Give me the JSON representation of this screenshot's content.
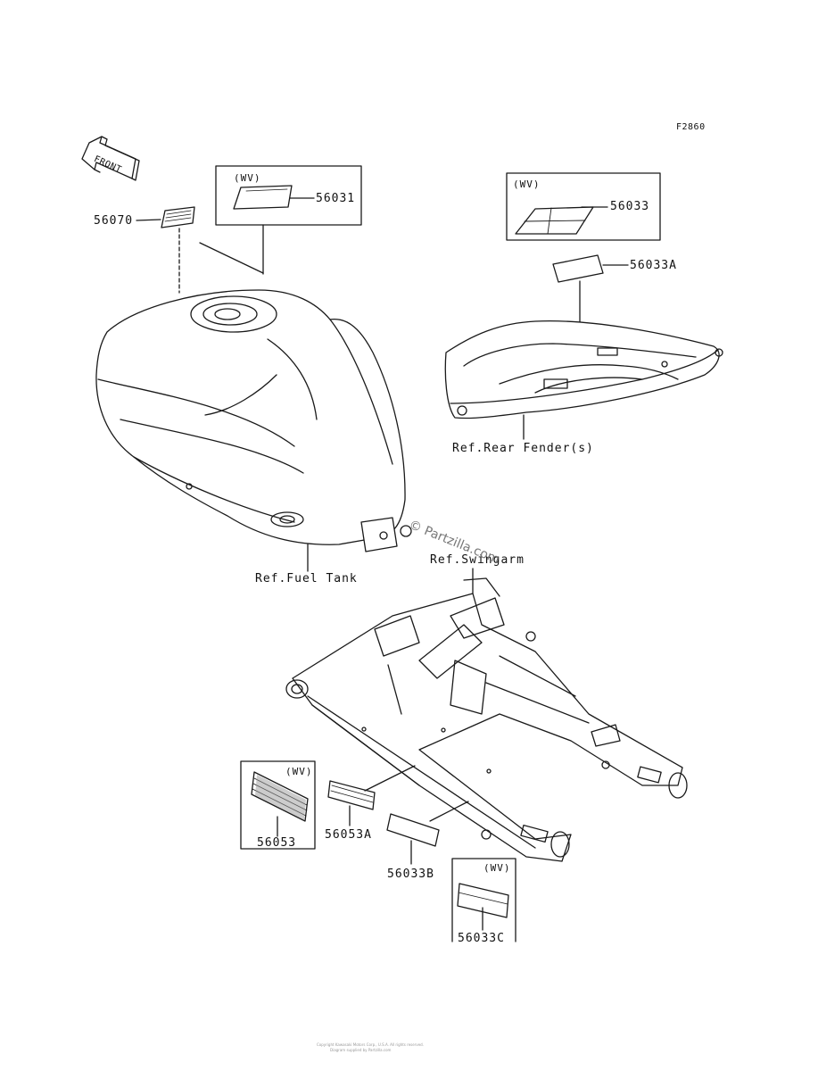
{
  "diagram": {
    "code": "F2860",
    "front_label": "FRONT",
    "watermark": "© Partzilla.com",
    "parts": {
      "p56070": "56070",
      "p56031": "56031",
      "p56033": "56033",
      "p56033A": "56033A",
      "p56053": "56053",
      "p56053A": "56053A",
      "p56033B": "56033B",
      "p56033C": "56033C"
    },
    "variant_tags": {
      "box_56031": "(WV)",
      "box_56033": "(WV)",
      "box_56053": "(WV)",
      "box_56033C": "(WV)"
    },
    "references": {
      "fuel_tank": "Ref.Fuel Tank",
      "rear_fender": "Ref.Rear Fender(s)",
      "swingarm": "Ref.Swingarm"
    },
    "footer": {
      "line1": "Copyright Kawasaki Motors Corp., U.S.A. All rights reserved.",
      "line2": "Diagram supplied by Partzilla.com"
    }
  }
}
